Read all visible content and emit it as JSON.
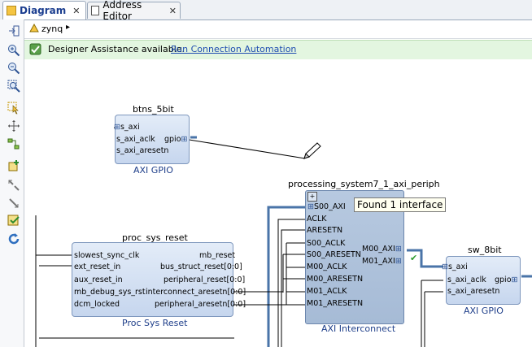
{
  "tabs": [
    {
      "label": "Diagram",
      "close": "✕",
      "active": true
    },
    {
      "label": "Address Editor",
      "close": "✕",
      "active": false
    }
  ],
  "breadcrumb": {
    "label": "zynq",
    "arrow": "▸"
  },
  "assistance": {
    "message": "Designer Assistance available.",
    "link": "Run Connection Automation"
  },
  "tooltip": "Found 1 interface",
  "blocks": {
    "btns": {
      "name": "btns_5bit",
      "type": "AXI GPIO",
      "pins_left": [
        "s_axi",
        "s_axi_aclk",
        "s_axi_aresetn"
      ],
      "pins_right": [
        "gpio"
      ]
    },
    "interconnect": {
      "name": "processing_system7_1_axi_periph",
      "type": "AXI Interconnect",
      "pins_left": [
        "S00_AXI",
        "ACLK",
        "ARESETN",
        "S00_ACLK",
        "S00_ARESETN",
        "M00_ACLK",
        "M00_ARESETN",
        "M01_ACLK",
        "M01_ARESETN"
      ],
      "pins_right": [
        "M00_AXI",
        "M01_AXI"
      ]
    },
    "reset": {
      "name": "proc_sys_reset",
      "type": "Proc Sys Reset",
      "pins_left": [
        "slowest_sync_clk",
        "ext_reset_in",
        "aux_reset_in",
        "mb_debug_sys_rst",
        "dcm_locked"
      ],
      "pins_right": [
        "mb_reset",
        "bus_struct_reset[0:0]",
        "peripheral_reset[0:0]",
        "interconnect_aresetn[0:0]",
        "peripheral_aresetn[0:0]"
      ]
    },
    "sw": {
      "name": "sw_8bit",
      "type": "AXI GPIO",
      "pins_left": [
        "s_axi",
        "s_axi_aclk",
        "s_axi_aresetn"
      ],
      "pins_right": [
        "gpio"
      ]
    }
  },
  "icons": {
    "toolbar": [
      "float-icon",
      "zoom-in-icon",
      "zoom-out-icon",
      "zoom-fit-icon",
      "select-icon",
      "pan-icon",
      "regenerate-layout-icon",
      "add-ip-icon",
      "route-icon",
      "validate-icon",
      "refresh-icon"
    ],
    "assist": "assistant-icon",
    "cursor": "pencil-icon"
  },
  "colors": {
    "accent": "#1f4db0",
    "assist_bg": "#e3f6e0",
    "block": "#c6d6ee",
    "wire": "#000000",
    "bus": "#4a74a8"
  }
}
